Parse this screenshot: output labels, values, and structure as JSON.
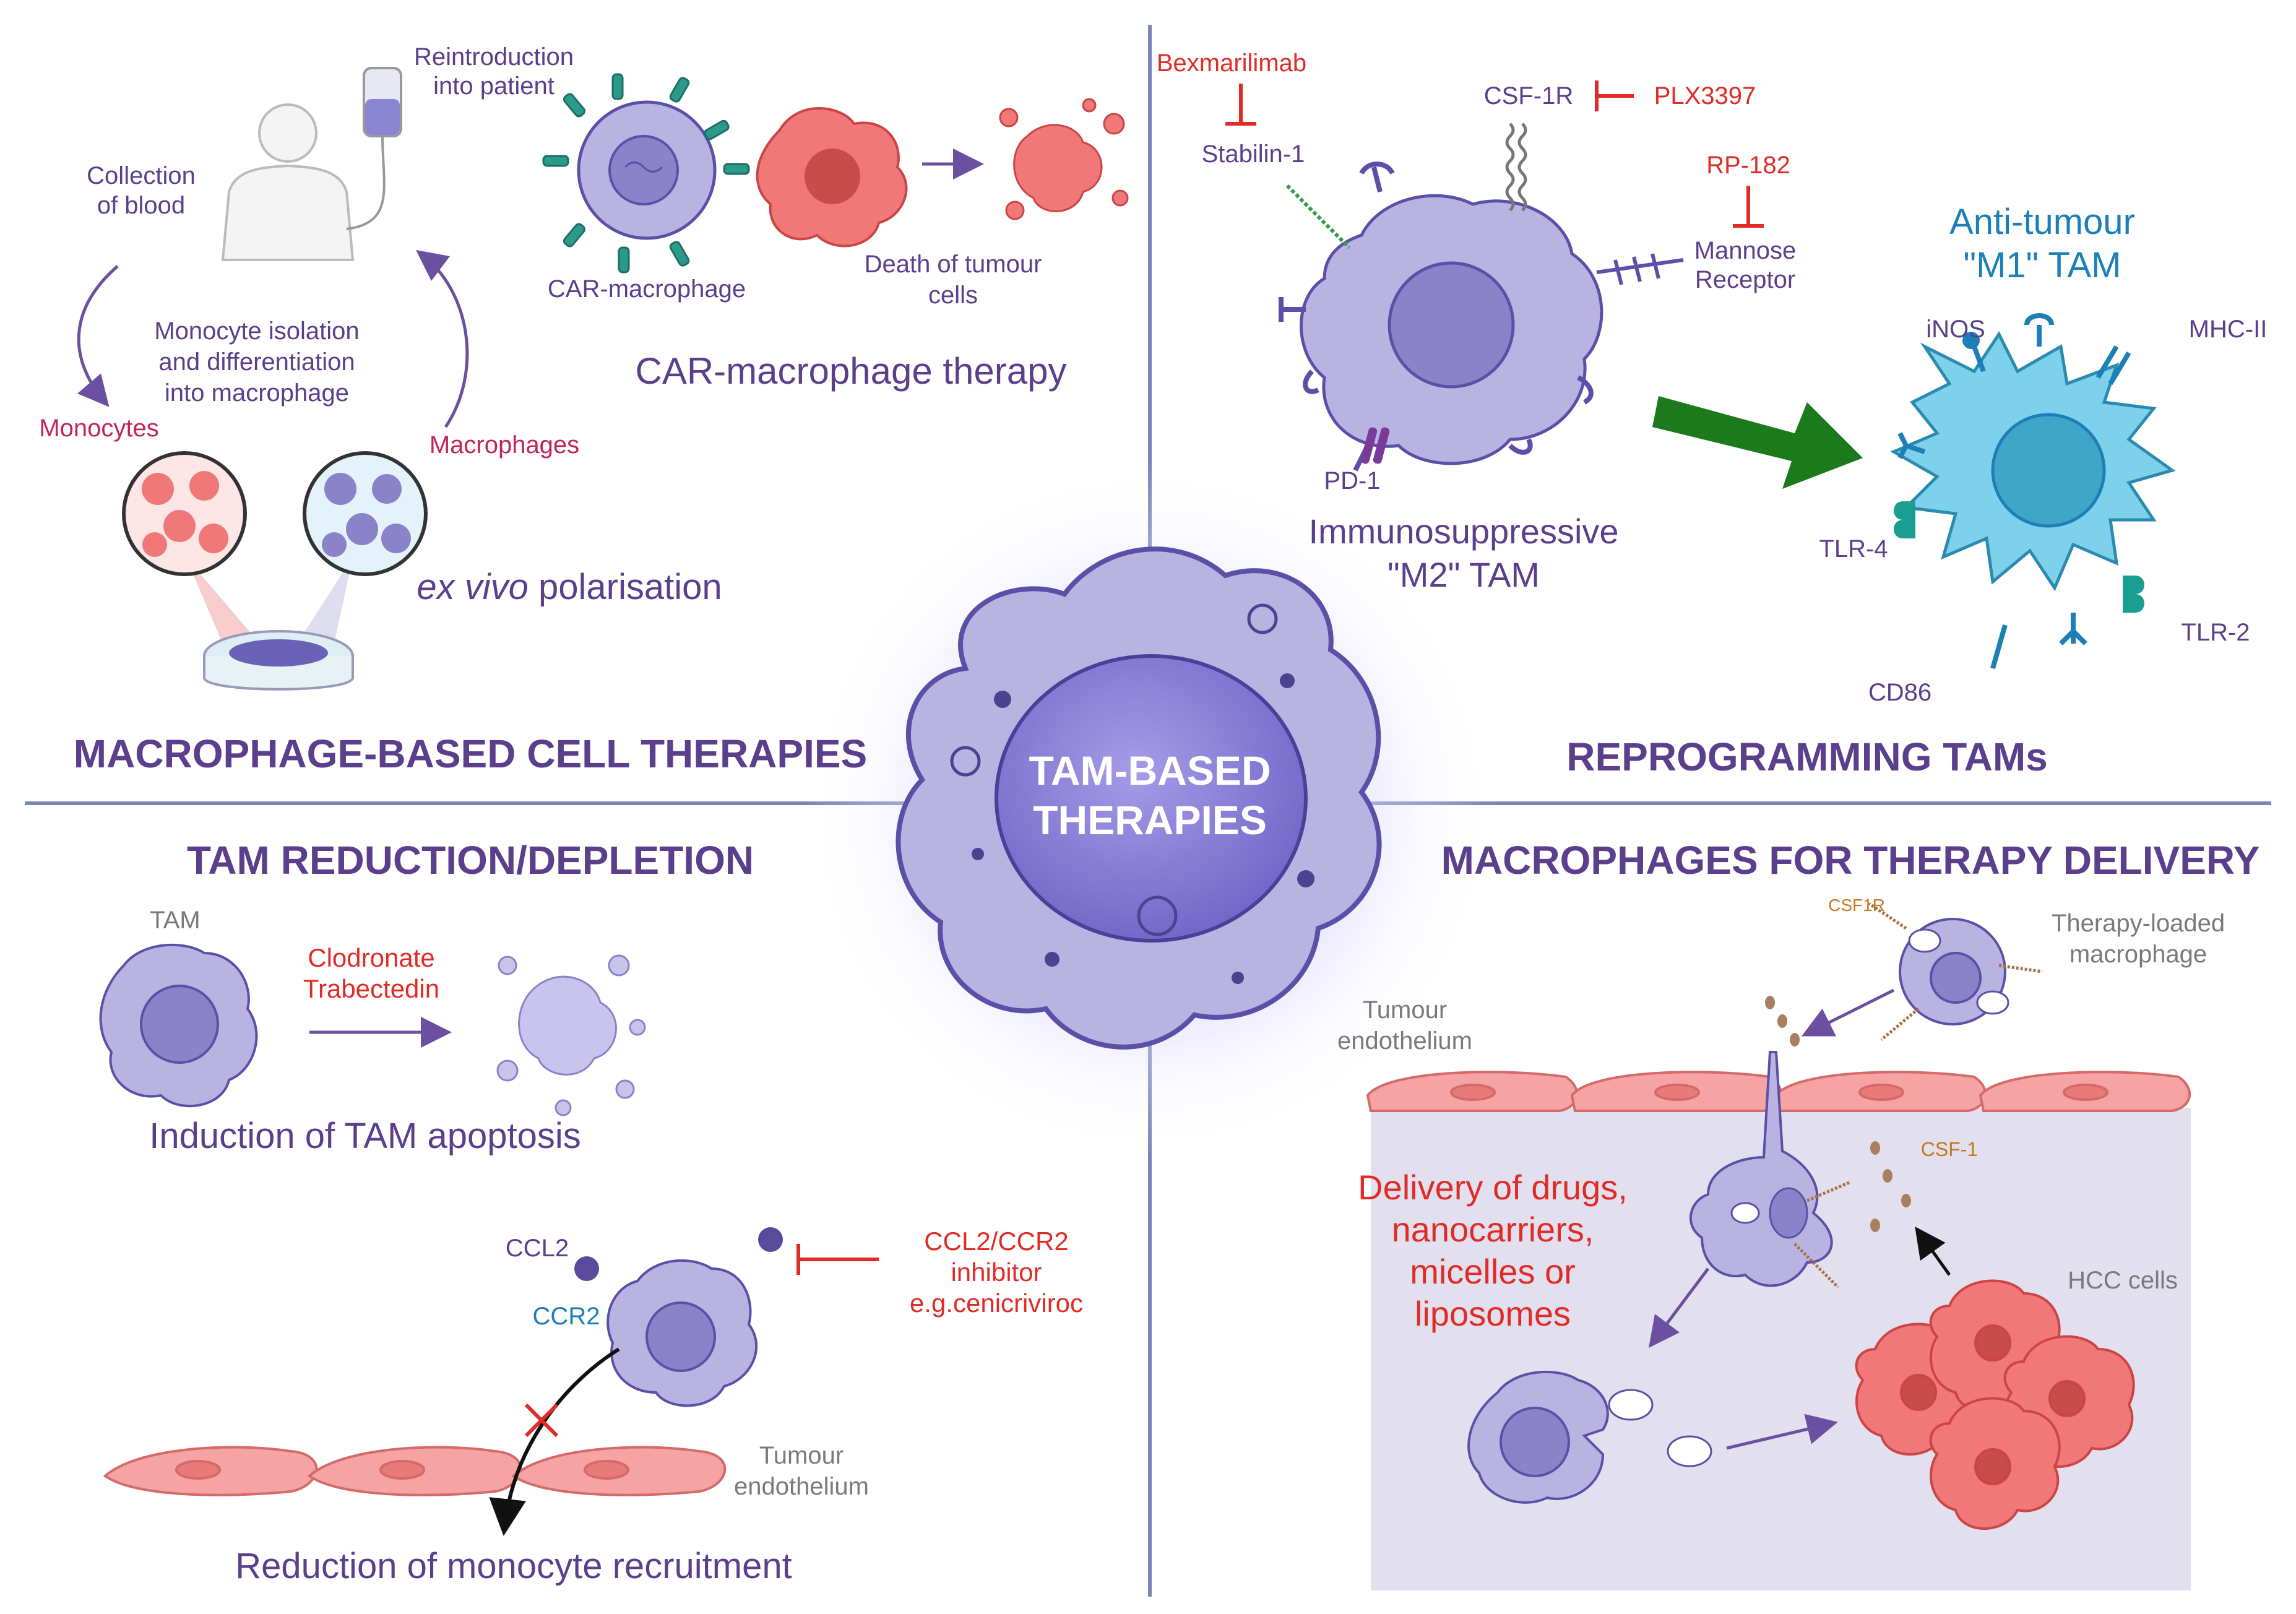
{
  "center": {
    "line1": "TAM-BASED",
    "line2": "THERAPIES"
  },
  "sections": {
    "cell_therapies": "MACROPHAGE-BASED CELL THERAPIES",
    "reprogramming": "REPROGRAMMING TAMs",
    "depletion": "TAM REDUCTION/DEPLETION",
    "delivery": "MACROPHAGES FOR THERAPY DELIVERY"
  },
  "cell_therapy": {
    "reintroduction": [
      "Reintroduction",
      "into patient"
    ],
    "collection": [
      "Collection",
      "of blood"
    ],
    "isolation": [
      "Monocyte isolation",
      "and differentiation",
      "into macrophage"
    ],
    "monocytes": "Monocytes",
    "macrophages": "Macrophages",
    "ex_vivo_italic": "ex vivo",
    "ex_vivo_rest": " polarisation",
    "car_macrophage": "CAR-macrophage",
    "death": [
      "Death of tumour",
      "cells"
    ],
    "car_therapy": "CAR-macrophage therapy"
  },
  "reprogramming": {
    "bexmarilimab": "Bexmarilimab",
    "stabilin": "Stabilin-1",
    "csf1r": "CSF-1R",
    "plx": "PLX3397",
    "rp182": "RP-182",
    "mannose": [
      "Mannose",
      "Receptor"
    ],
    "pd1": "PD-1",
    "m2": [
      "Immunosuppressive",
      "\"M2\" TAM"
    ],
    "m1": [
      "Anti-tumour",
      "\"M1\" TAM"
    ],
    "inos": "iNOS",
    "mhc": "MHC-II",
    "tlr4": "TLR-4",
    "tlr2": "TLR-2",
    "cd86": "CD86"
  },
  "depletion": {
    "tam": "TAM",
    "drugs": [
      "Clodronate",
      "Trabectedin"
    ],
    "apoptosis": "Induction of TAM apoptosis",
    "ccl2": "CCL2",
    "ccr2": "CCR2",
    "inhibitor": [
      "CCL2/CCR2",
      "inhibitor",
      "e.g.cenicriviroc"
    ],
    "endothelium": [
      "Tumour",
      "endothelium"
    ],
    "recruitment": "Reduction of monocyte recruitment"
  },
  "delivery": {
    "csf1r": "CSF1R",
    "loaded": [
      "Therapy-loaded",
      "macrophage"
    ],
    "endothelium": [
      "Tumour",
      "endothelium"
    ],
    "csf1": "CSF-1",
    "drugs": [
      "Delivery of drugs,",
      "nanocarriers,",
      "micelles or",
      "liposomes"
    ],
    "hcc": "HCC cells"
  },
  "colors": {
    "title": "#5b3f8c",
    "inhibitor_red": "#e02b27",
    "m1_blue": "#1c7fb8",
    "macrophage_fill": "#b9b3e2",
    "tumour_fill": "#f07878",
    "endothelium_fill": "#f5a3a3",
    "arrow_green": "#1c7a1c"
  }
}
